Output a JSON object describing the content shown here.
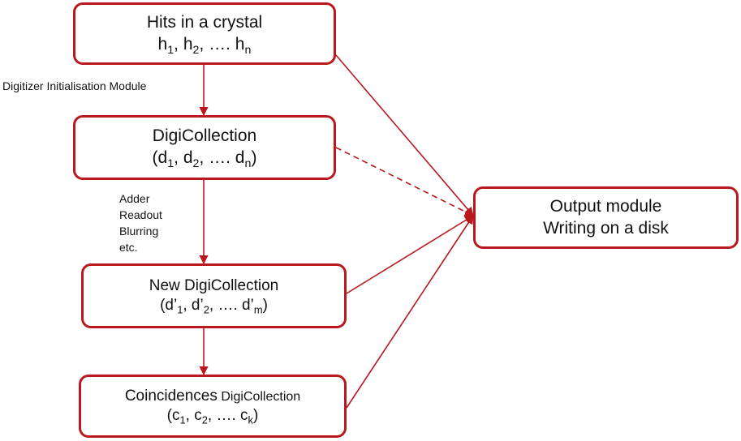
{
  "diagram": {
    "colors": {
      "accent": "#b8181e",
      "text": "#111111"
    },
    "nodes": {
      "hits": {
        "title": "Hits in a crystal",
        "formula": [
          {
            "t": "h"
          },
          {
            "sub": "1"
          },
          {
            "t": ", h"
          },
          {
            "sub": "2"
          },
          {
            "t": ", …. h"
          },
          {
            "sub": "n"
          }
        ]
      },
      "digi": {
        "title": "DigiCollection",
        "formula": [
          {
            "t": "(d"
          },
          {
            "sub": "1"
          },
          {
            "t": ", d"
          },
          {
            "sub": "2"
          },
          {
            "t": ", …. d"
          },
          {
            "sub": "n"
          },
          {
            "t": ")"
          }
        ]
      },
      "newdigi": {
        "title": "New DigiCollection",
        "formula": [
          {
            "t": "(d’"
          },
          {
            "sub": "1"
          },
          {
            "t": ", d’"
          },
          {
            "sub": "2"
          },
          {
            "t": ", …. d’"
          },
          {
            "sub": "m"
          },
          {
            "t": ")"
          }
        ]
      },
      "coinc": {
        "title_main": "Coincidences",
        "title_small": "DigiCollection",
        "formula": [
          {
            "t": "(c"
          },
          {
            "sub": "1"
          },
          {
            "t": ", c"
          },
          {
            "sub": "2"
          },
          {
            "t": ", …. c"
          },
          {
            "sub": "k"
          },
          {
            "t": ")"
          }
        ]
      },
      "output": {
        "line1": "Output module",
        "line2": "Writing on a disk"
      }
    },
    "labels": {
      "init_module": "Digitizer Initialisation Module",
      "processors": [
        "Adder",
        "Readout",
        "Blurring",
        "etc."
      ]
    },
    "edges": [
      {
        "from": "hits",
        "to": "digi",
        "style": "solid"
      },
      {
        "from": "digi",
        "to": "newdigi",
        "style": "solid"
      },
      {
        "from": "newdigi",
        "to": "coinc",
        "style": "solid"
      },
      {
        "from": "hits",
        "to": "output",
        "style": "solid"
      },
      {
        "from": "digi",
        "to": "output",
        "style": "dashed"
      },
      {
        "from": "newdigi",
        "to": "output",
        "style": "solid"
      },
      {
        "from": "coinc",
        "to": "output",
        "style": "solid"
      }
    ]
  }
}
